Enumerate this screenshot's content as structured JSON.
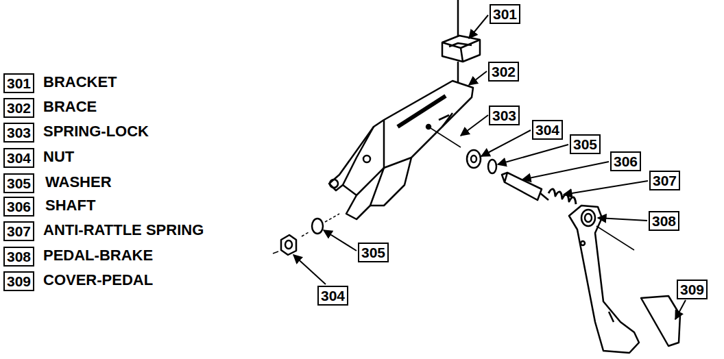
{
  "diagram": {
    "labels": [
      "301",
      "BRACKET",
      "302",
      "BRACE",
      "303",
      "SPRING-LOCK",
      "304",
      "NUT",
      "305",
      "WASHER",
      "306",
      "SHAFT",
      "307",
      "ANTI-RATTLE SPRING",
      "308",
      "PEDAL-BRAKE",
      "309",
      "COVER-PEDAL",
      "301",
      "302",
      "303",
      "304",
      "305",
      "306",
      "307",
      "308",
      "305",
      "304",
      "309"
    ]
  }
}
